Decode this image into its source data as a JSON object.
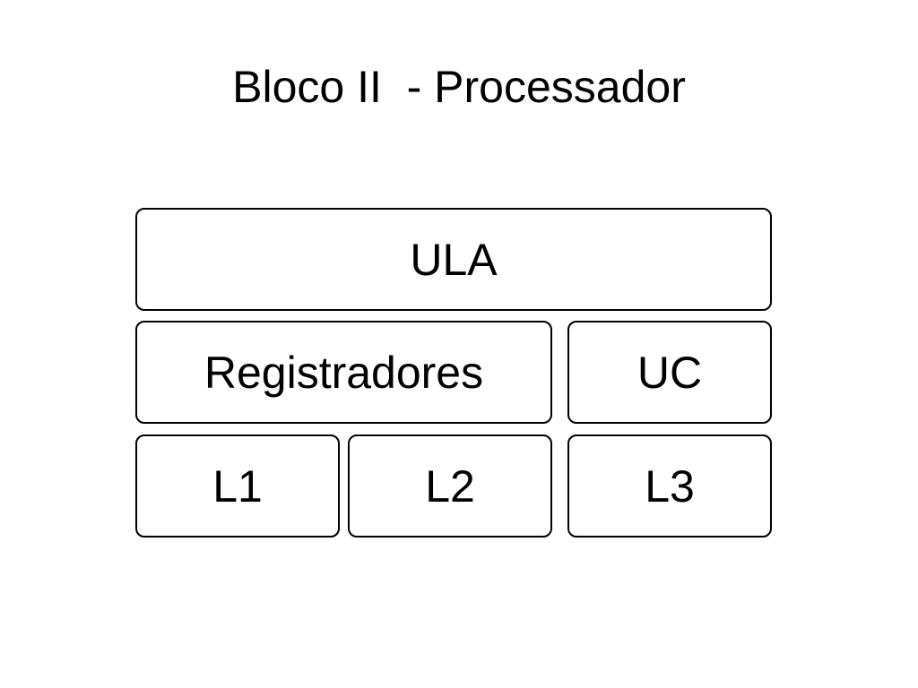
{
  "title": "Bloco II  - Processador",
  "blocks": {
    "ula": "ULA",
    "registradores": "Registradores",
    "uc": "UC",
    "l1": "L1",
    "l2": "L2",
    "l3": "L3"
  }
}
